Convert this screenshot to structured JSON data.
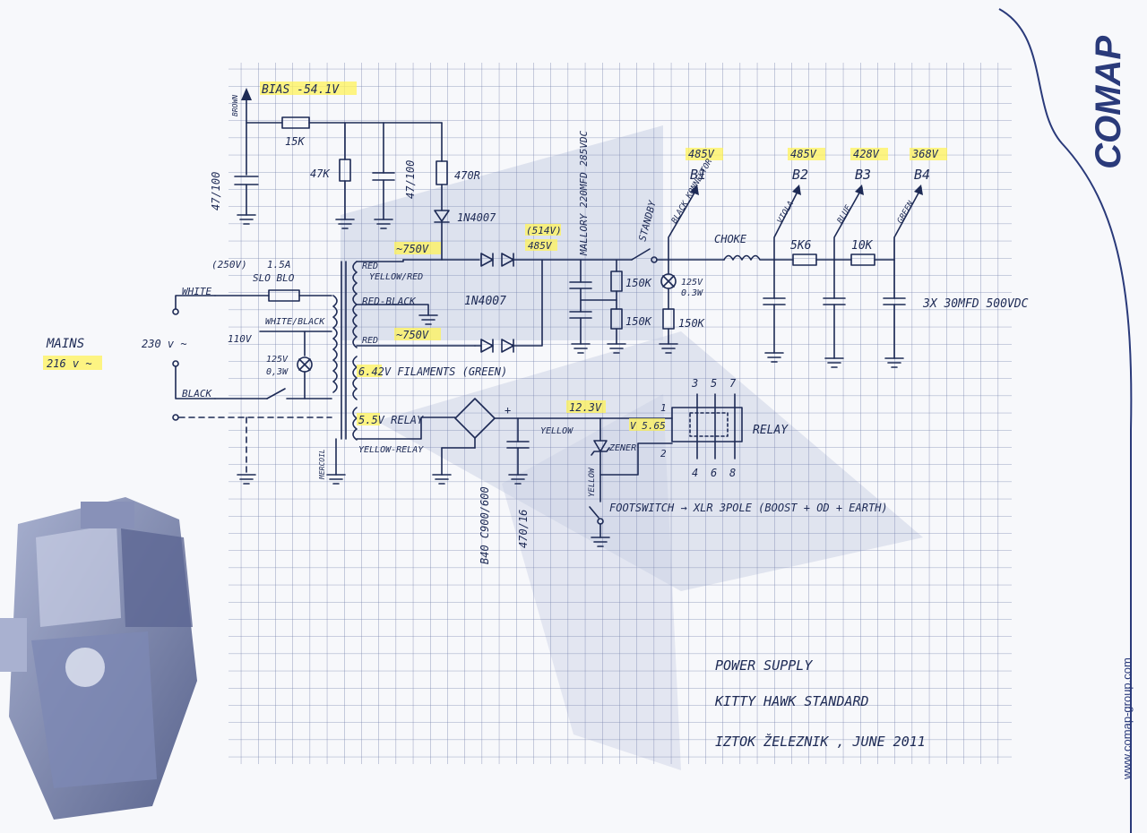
{
  "brand": {
    "logo_text": "COMAP",
    "website": "www.comap-group.com",
    "accent_color": "#2a3a7a"
  },
  "mains": {
    "label": "MAINS",
    "voltage": "216 v ~",
    "input": "230 v ~",
    "tap": "110V",
    "white": "WHITE",
    "black": "BLACK",
    "fuse_rating": "(250V)",
    "fuse": "1.5A",
    "fuse_type": "SLO BLO",
    "lamp": "125V",
    "lamp_w": "0,3W"
  },
  "bias": {
    "label": "BIAS -54.1V",
    "wire": "BROWN",
    "r_series": "15K",
    "r_pot": "47K",
    "cap_left": "47/100",
    "cap_right": "47/100",
    "r_drop": "470R",
    "diode": "1N4007"
  },
  "transformer": {
    "red": "RED",
    "yellow_red": "YELLOW/RED",
    "red_black": "RED-BLACK",
    "red2": "RED",
    "white_black": "WHITE/BLACK",
    "filaments": "6.42V FILAMENTS (GREEN)",
    "relay_tap": "5.5V RELAY",
    "yellow_relay": "YELLOW-RELAY",
    "hv1": "~750V",
    "hv2": "~750V",
    "case": "MERCOIL"
  },
  "hv": {
    "diode": "1N4007",
    "v_plain": "485V",
    "v_loaded": "(514V)",
    "cap": "MALLORY 220MFD 285VDC",
    "r1": "150K",
    "r2": "150K",
    "standby": "STANDBY",
    "lamp": "125V",
    "lamp_w": "0.3W",
    "r_lamp": "150K",
    "choke": "CHOKE",
    "r_b2": "5K6",
    "r_b3": "10K",
    "caps_note": "3X 30MFD 500VDC"
  },
  "nodes": [
    {
      "name": "B1",
      "voltage": "485V",
      "wire": "BLACK KONNEKTOR"
    },
    {
      "name": "B2",
      "voltage": "485V",
      "wire": "VIOLA"
    },
    {
      "name": "B3",
      "voltage": "428V",
      "wire": "BLUE"
    },
    {
      "name": "B4",
      "voltage": "368V",
      "wire": "GREEN"
    }
  ],
  "relay": {
    "bridge": "B40 C900/600",
    "cap": "470/16",
    "v_dc": "12.3V",
    "v_relay": "V 5.65",
    "wire": "YELLOW",
    "zener": "ZENER",
    "wire2": "YELLOW",
    "label": "RELAY",
    "pins_top": [
      "3",
      "5",
      "7"
    ],
    "pins_bottom": [
      "4",
      "6",
      "8"
    ],
    "pin1": "1",
    "pin2": "2",
    "footswitch": "FOOTSWITCH → XLR 3POLE (BOOST + OD + EARTH)"
  },
  "title_block": {
    "line1": "POWER SUPPLY",
    "line2": "KITTY HAWK STANDARD",
    "line3": "IZTOK ŽELEZNIK , JUNE 2011"
  }
}
